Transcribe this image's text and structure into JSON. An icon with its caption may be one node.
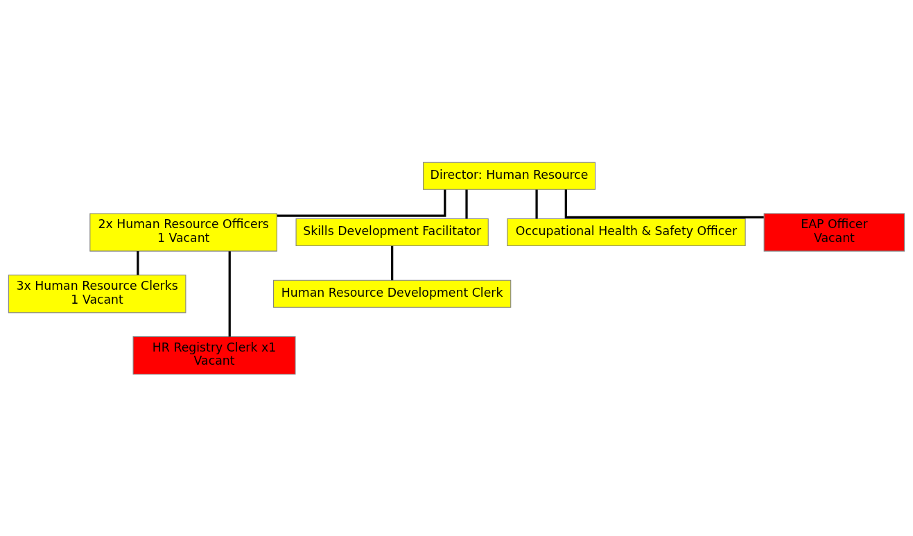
{
  "diagram": {
    "nodes": [
      {
        "text": [
          "Director: Human Resource"
        ]
      },
      {
        "text": [
          "2x Human Resource Officers",
          "1 Vacant"
        ]
      },
      {
        "text": [
          "Skills Development Facilitator"
        ]
      },
      {
        "text": [
          "Occupational Health & Safety Officer"
        ]
      },
      {
        "text": [
          "EAP Officer",
          "Vacant"
        ]
      },
      {
        "text": [
          "3x Human Resource Clerks",
          "1 Vacant"
        ]
      },
      {
        "text": [
          "Human Resource Development Clerk"
        ]
      },
      {
        "text": [
          "HR Registry Clerk x1",
          "Vacant"
        ]
      }
    ],
    "edges": [
      {
        "from": 0,
        "to": 1,
        "arrow": "none"
      },
      {
        "from": 0,
        "to": 2,
        "arrow": "none"
      },
      {
        "from": 0,
        "to": 3,
        "arrow": "none"
      },
      {
        "from": 0,
        "to": 4,
        "arrow": "none"
      },
      {
        "from": 1,
        "to": 5,
        "arrow": "none"
      },
      {
        "from": 1,
        "to": 7,
        "arrow": "none"
      },
      {
        "from": 2,
        "to": 6,
        "arrow": "none"
      }
    ]
  }
}
